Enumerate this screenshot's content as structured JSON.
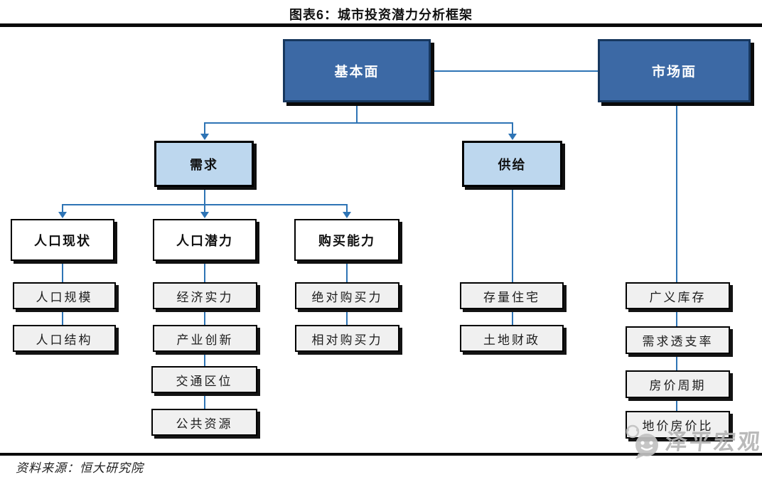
{
  "figure": {
    "title": "图表6：城市投资潜力分析框架",
    "source": "资料来源：恒大研究院",
    "watermark": "泽平宏观"
  },
  "colors": {
    "node_dark_fill": "#3c69a5",
    "node_dark_border": "#17375e",
    "node_light_fill": "#bdd7ee",
    "node_white_fill": "#ffffff",
    "node_gray_fill": "#f0f0f0",
    "connector_blue": "#2e74b5",
    "rule_black": "#0a0a0a",
    "watermark_gray": "#b5b5b5"
  },
  "nodes": {
    "fundamentals": "基本面",
    "market": "市场面",
    "demand": "需求",
    "supply": "供给",
    "pop_status": "人口现状",
    "pop_potential": "人口潜力",
    "purchase_ability": "购买能力",
    "pop_scale": "人口规模",
    "pop_structure": "人口结构",
    "econ_strength": "经济实力",
    "industry_innovation": "产业创新",
    "transport_location": "交通区位",
    "public_resources": "公共资源",
    "absolute_purchasing": "绝对购买力",
    "relative_purchasing": "相对购买力",
    "housing_stock": "存量住宅",
    "land_finance": "土地财政",
    "broad_inventory": "广义库存",
    "demand_overdraft": "需求透支率",
    "price_cycle": "房价周期",
    "land_house_price_ratio": "地价房价比"
  },
  "structure": {
    "基本面": [
      "需求",
      "供给"
    ],
    "市场面": [
      "广义库存",
      "需求透支率",
      "房价周期",
      "地价房价比"
    ],
    "需求": [
      "人口现状",
      "人口潜力",
      "购买能力"
    ],
    "供给": [
      "存量住宅",
      "土地财政"
    ],
    "人口现状": [
      "人口规模",
      "人口结构"
    ],
    "人口潜力": [
      "经济实力",
      "产业创新",
      "交通区位",
      "公共资源"
    ],
    "购买能力": [
      "绝对购买力",
      "相对购买力"
    ]
  }
}
